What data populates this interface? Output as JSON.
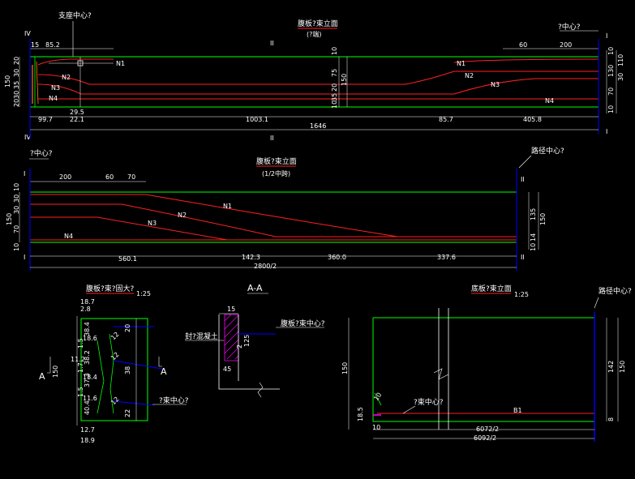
{
  "colors": {
    "background": "#000000",
    "outline": "#00ff00",
    "tendon": "#ff2020",
    "centerline": "#0000ff",
    "dimension": "#ffffff",
    "hatch": "#ff00ff",
    "leader": "#00ffff"
  },
  "view1": {
    "title": "腹板?束立面",
    "subtitle": "(?端)",
    "label_support_center": "支座中心?",
    "label_center": "?中心?",
    "section_marks": {
      "IV": "IV",
      "II": "II",
      "I": "I"
    },
    "top_dims": [
      "15",
      "85.2",
      "60",
      "200"
    ],
    "left_dims": [
      "150",
      "20",
      "30",
      "35",
      "30",
      "20"
    ],
    "mid_dims": [
      "10",
      "75",
      "150",
      "20",
      "35",
      "10"
    ],
    "right_dims": [
      "10",
      "110",
      "130",
      "30",
      "70",
      "10"
    ],
    "bottom_dims": [
      "99.7",
      "22.1",
      "29.5",
      "1003.1",
      "85.7",
      "405.8"
    ],
    "overall": "1646",
    "tendons": [
      "N1",
      "N2",
      "N3",
      "N4"
    ]
  },
  "view2": {
    "title": "腹板?束立面",
    "subtitle": "(1/2中跨)",
    "label_center": "?中心?",
    "label_road_center": "路径中心?",
    "section_marks": {
      "I": "I",
      "II": "II"
    },
    "top_dims": [
      "200",
      "60",
      "70"
    ],
    "left_dims": [
      "150",
      "10",
      "30",
      "30",
      "70",
      "10"
    ],
    "right_dims": [
      "135",
      "150",
      "14",
      "10"
    ],
    "bottom_dims": [
      "560.1",
      "142.3",
      "360.0",
      "337.6"
    ],
    "overall": "2800/2",
    "tendons": [
      "N1",
      "N2",
      "N3",
      "N4"
    ]
  },
  "view3": {
    "title": "腹板?束?固大?",
    "scale": "1:25",
    "dims_left": [
      "18.7",
      "2.8",
      "38.4",
      "1.5",
      "38.2",
      "1.7",
      "37.3",
      "1.5",
      "40.4",
      "12.7",
      "18.9",
      "150"
    ],
    "dims_inner": [
      "18.6",
      "11.2",
      "18.4",
      "11.6"
    ],
    "dims_right": [
      "20",
      "38",
      "22",
      "12",
      "12",
      "12"
    ],
    "section_letter_left": "A",
    "section_letter_right": "A",
    "label_tendon_center": "?束中心?"
  },
  "view4": {
    "title": "A-A",
    "dims": [
      "15",
      "2",
      "125",
      "45"
    ],
    "label_seal": "封?混凝土",
    "label_tendon_center": "腹板?束中心?"
  },
  "view5": {
    "title": "底板?束立面",
    "scale": "1:25",
    "label_road_center": "路径中心?",
    "label_tendon_center": "?束中心?",
    "left_dims": [
      "150",
      "18.5",
      "10",
      "10"
    ],
    "right_dims": [
      "142",
      "150",
      "8"
    ],
    "bottom_dims": [
      "6072/2",
      "6092/2"
    ],
    "tendon": "B1"
  }
}
